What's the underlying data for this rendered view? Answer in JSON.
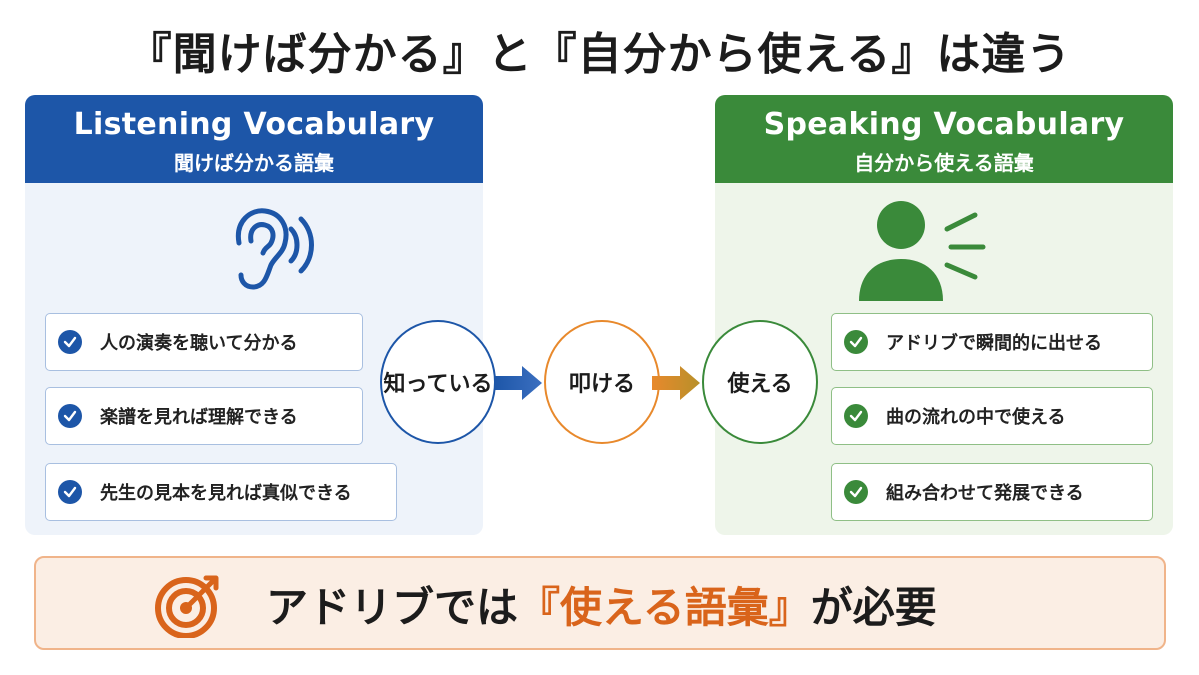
{
  "title": "『聞けば分かる』と『自分から使える』は違う",
  "listening": {
    "title_en": "Listening Vocabulary",
    "title_ja": "聞けば分かる語彙",
    "icon": "ear-icon",
    "items": [
      "人の演奏を聴いて分かる",
      "楽譜を見れば理解できる",
      "先生の見本を見れば真似できる"
    ]
  },
  "speaking": {
    "title_en": "Speaking Vocabulary",
    "title_ja": "自分から使える語彙",
    "icon": "speaking-person-icon",
    "items": [
      "アドリブで瞬間的に出せる",
      "曲の流れの中で使える",
      "組み合わせて発展できる"
    ]
  },
  "flow": {
    "steps": [
      "知っている",
      "叩ける",
      "使える"
    ]
  },
  "conclusion": {
    "prefix": "アドリブでは",
    "highlight": "『使える語彙』",
    "suffix": "が必要",
    "icon": "target-icon"
  },
  "colors": {
    "blue": "#1d56a8",
    "green": "#3a8a3a",
    "orange": "#e8892c",
    "accent": "#d9641b"
  }
}
